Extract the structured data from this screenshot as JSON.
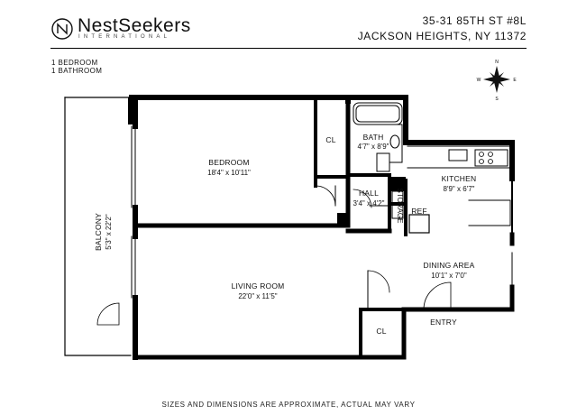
{
  "header": {
    "brand_name": "NestSeekers",
    "brand_tagline": "INTERNATIONAL",
    "address_line1": "35-31 85TH ST #8L",
    "address_line2": "JACKSON HEIGHTS, NY 11372"
  },
  "summary": {
    "bedrooms": "1 BEDROOM",
    "bathrooms": "1 BATHROOM"
  },
  "compass": {
    "n": "N",
    "s": "S",
    "e": "E",
    "w": "W"
  },
  "rooms": {
    "balcony": {
      "name": "BALCONY",
      "dims": "5'3\" x 22'2\""
    },
    "bedroom": {
      "name": "BEDROOM",
      "dims": "18'4\" x 10'11\""
    },
    "closet_bedroom": {
      "name": "CL"
    },
    "bath": {
      "name": "BATH",
      "dims": "4'7\" x 8'9\""
    },
    "hall": {
      "name": "HALL",
      "dims": "3'4\" x 4'2\""
    },
    "kitchen": {
      "name": "KITCHEN",
      "dims": "8'9\" x 6'7\""
    },
    "ref": {
      "name": "REF"
    },
    "living_room": {
      "name": "LIVING ROOM",
      "dims": "22'0\" x 11'5\""
    },
    "dining_area": {
      "name": "DINING AREA",
      "dims": "10'1\" x 7'0\""
    },
    "closet_entry": {
      "name": "CL"
    },
    "entry": {
      "name": "ENTRY"
    },
    "storage_label": "STORAGE"
  },
  "footer": {
    "disclaimer": "SIZES AND DIMENSIONS ARE APPROXIMATE, ACTUAL MAY VARY"
  }
}
